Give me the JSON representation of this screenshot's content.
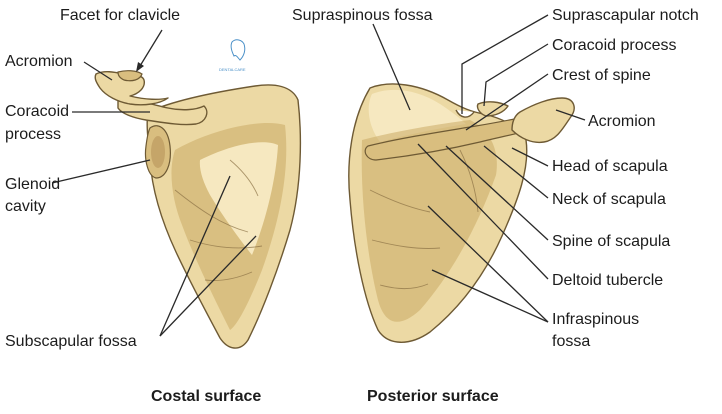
{
  "labels": {
    "facet_for_clavicle": "Facet for clavicle",
    "acromion_left": "Acromion",
    "coracoid_process_left_line1": "Coracoid",
    "coracoid_process_left_line2": "process",
    "glenoid_cavity_line1": "Glenoid",
    "glenoid_cavity_line2": "cavity",
    "subscapular_fossa": "Subscapular fossa",
    "supraspinous_fossa": "Supraspinous fossa",
    "suprascapular_notch": "Suprascapular notch",
    "coracoid_process_right": "Coracoid process",
    "crest_of_spine": "Crest of spine",
    "acromion_right": "Acromion",
    "head_of_scapula": "Head of scapula",
    "neck_of_scapula": "Neck of scapula",
    "spine_of_scapula": "Spine of scapula",
    "deltoid_tubercle": "Deltoid tubercle",
    "infraspinous_fossa_line1": "Infraspinous",
    "infraspinous_fossa_line2": "fossa"
  },
  "captions": {
    "costal_surface": "Costal surface",
    "posterior_surface": "Posterior surface"
  },
  "watermark": {
    "icon": "dental-logo-icon",
    "text": "DENTALCARE"
  },
  "colors": {
    "bone_fill": "#ecd9a4",
    "bone_outline": "#6e5a34",
    "leader_lines": "#2a2a2a",
    "background": "#ffffff"
  }
}
